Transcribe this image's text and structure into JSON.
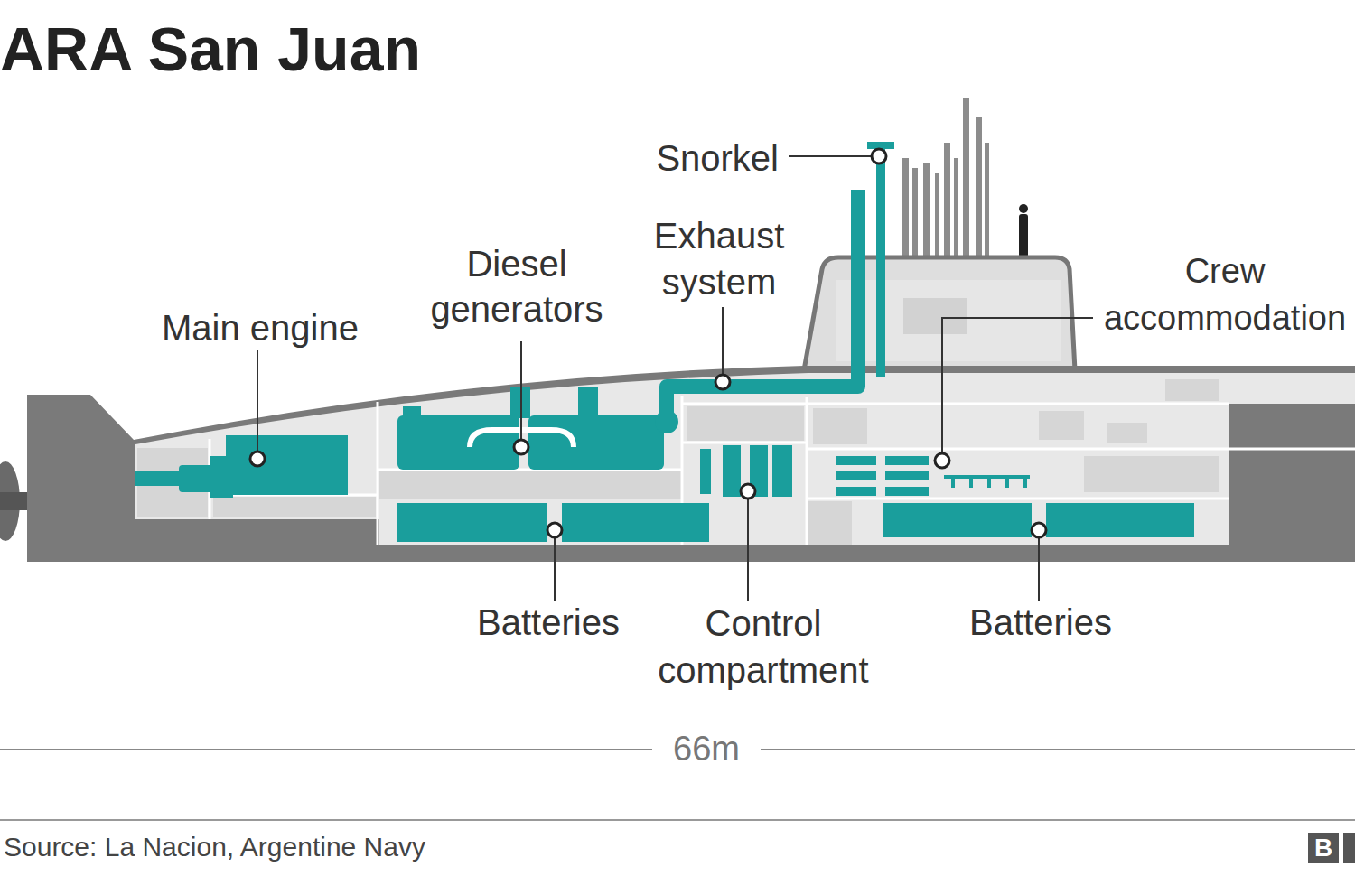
{
  "diagram": {
    "title": "ARA San Juan",
    "caption": "Source: La Nacion, Argentine Navy",
    "labels": [
      "Snorkel",
      "Exhaust system",
      "Diesel generators",
      "Main engine",
      "Crew accommodation",
      "Batteries",
      "Control compartment",
      "Batteries",
      "66m",
      "B"
    ]
  }
}
